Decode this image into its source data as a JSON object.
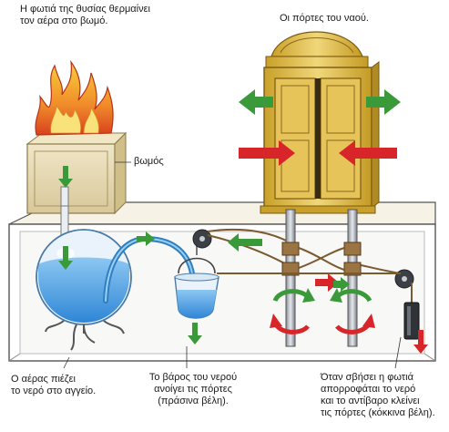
{
  "labels": {
    "fire": [
      "Η φωτιά της θυσίας θερμαίνει",
      "τον αέρα στο βωμό."
    ],
    "doors": [
      "Οι πόρτες του ναού."
    ],
    "altar": [
      "βωμός"
    ],
    "air": [
      "Ο αέρας πιέζει",
      "το νερό στο αγγείο."
    ],
    "weight": [
      "Το βάρος του νερού",
      "ανοίγει τις πόρτες",
      "(πράσινα βέλη)."
    ],
    "fire_out": [
      "Όταν σβήσει η φωτιά",
      "απορροφάται το νερό",
      "και το αντίβαρο κλείνει",
      "τις πόρτες (κόκκινα βέλη)."
    ]
  },
  "colors": {
    "green_arrow": "#3a9a3a",
    "red_arrow": "#d8252a",
    "gold": "#d9b43a",
    "water": "#4a9be0"
  }
}
